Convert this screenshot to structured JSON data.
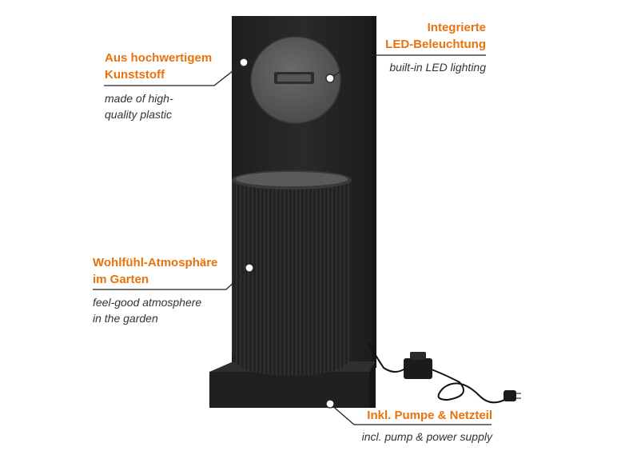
{
  "callouts": {
    "material": {
      "title_de": "Aus hochwertigem\nKunststoff",
      "title_en": "made of high-\nquality plastic"
    },
    "led": {
      "title_de": "Integrierte\nLED-Beleuchtung",
      "title_en": "built-in LED lighting"
    },
    "atmosphere": {
      "title_de": "Wohlfühl-Atmosphäre\nim Garten",
      "title_en": "feel-good atmosphere\nin the garden"
    },
    "pump": {
      "title_de": "Inkl. Pumpe & Netzteil",
      "title_en": "incl. pump & power supply"
    }
  },
  "colors": {
    "accent": "#e8730c",
    "product": "#262626",
    "subtext": "#333333"
  }
}
